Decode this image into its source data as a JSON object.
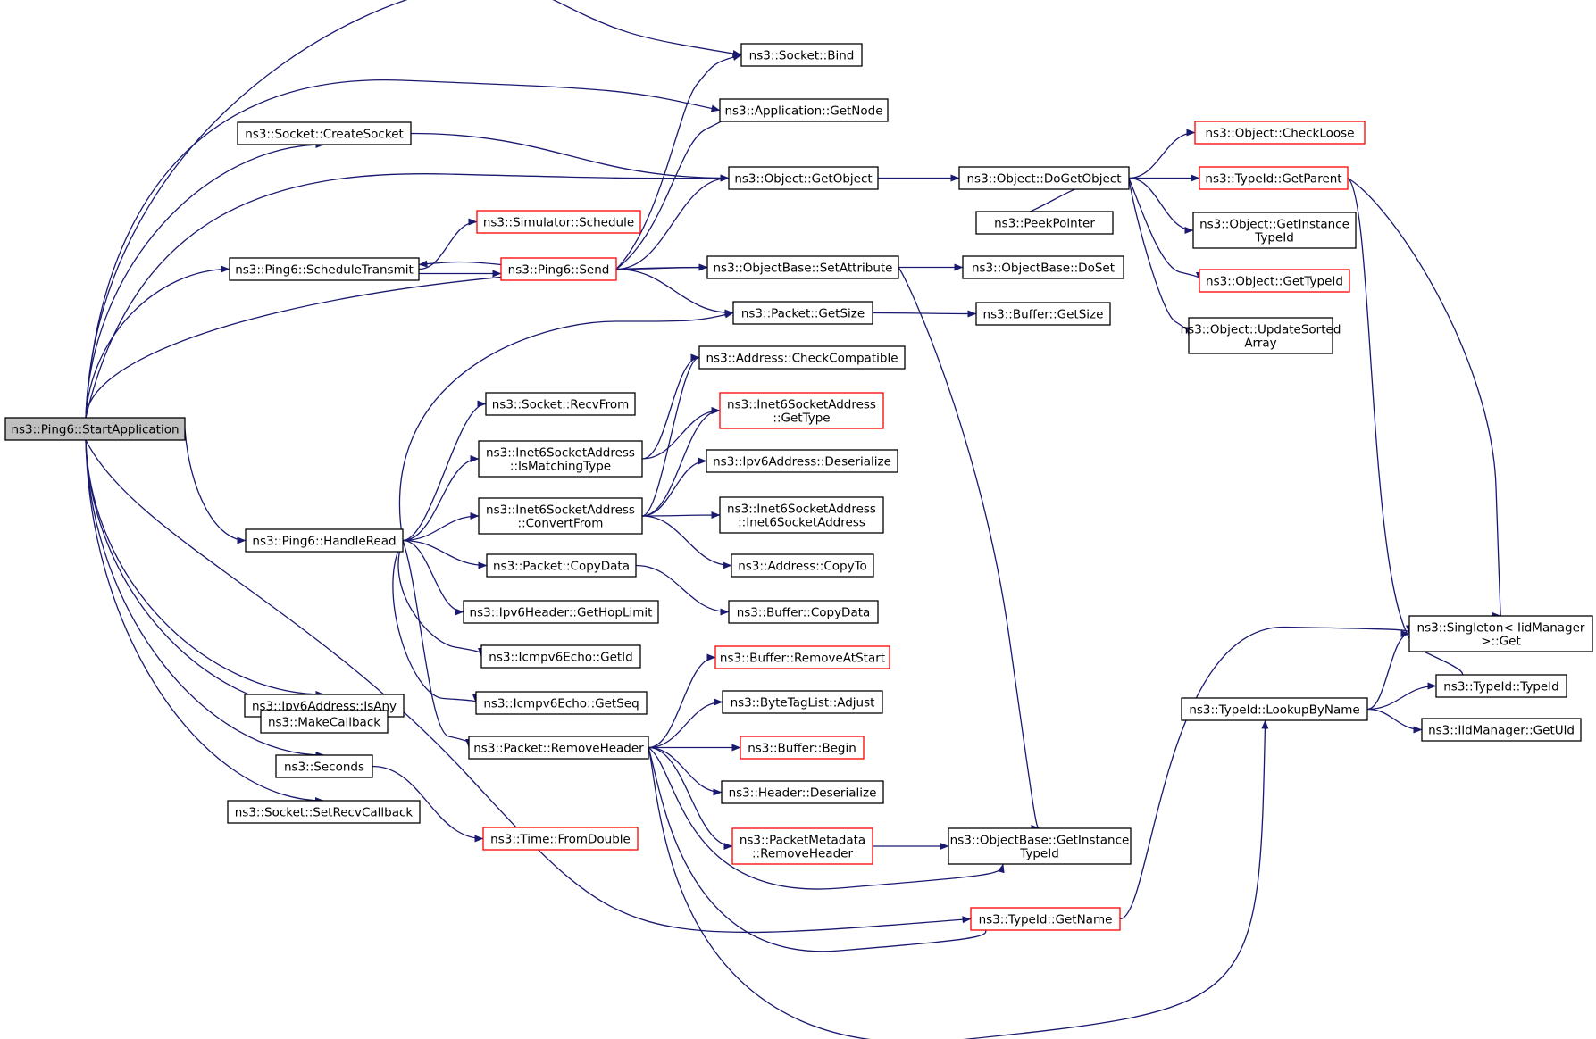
{
  "colors": {
    "edge": "#191970",
    "border_normal": "#000000",
    "border_truncated": "#ff0000",
    "root_fill": "#bfbfbf",
    "node_fill": "#ffffff"
  },
  "nodes": [
    {
      "id": "startapp",
      "lines": [
        "ns3::Ping6::StartApplication"
      ],
      "style": "root"
    },
    {
      "id": "bind",
      "lines": [
        "ns3::Socket::Bind"
      ],
      "style": "normal"
    },
    {
      "id": "getnode",
      "lines": [
        "ns3::Application::GetNode"
      ],
      "style": "normal"
    },
    {
      "id": "createsocket",
      "lines": [
        "ns3::Socket::CreateSocket"
      ],
      "style": "normal"
    },
    {
      "id": "getobject",
      "lines": [
        "ns3::Object::GetObject"
      ],
      "style": "normal"
    },
    {
      "id": "dogetobject",
      "lines": [
        "ns3::Object::DoGetObject"
      ],
      "style": "normal"
    },
    {
      "id": "checkloose",
      "lines": [
        "ns3::Object::CheckLoose"
      ],
      "style": "truncated"
    },
    {
      "id": "getparent",
      "lines": [
        "ns3::TypeId::GetParent"
      ],
      "style": "truncated"
    },
    {
      "id": "peekpointer",
      "lines": [
        "ns3::PeekPointer"
      ],
      "style": "normal"
    },
    {
      "id": "objgetinstance",
      "lines": [
        "ns3::Object::GetInstance",
        "TypeId"
      ],
      "style": "normal"
    },
    {
      "id": "objgettypeid",
      "lines": [
        "ns3::Object::GetTypeId"
      ],
      "style": "truncated"
    },
    {
      "id": "updatesorted",
      "lines": [
        "ns3::Object::UpdateSorted",
        "Array"
      ],
      "style": "normal"
    },
    {
      "id": "schedule",
      "lines": [
        "ns3::Simulator::Schedule"
      ],
      "style": "truncated"
    },
    {
      "id": "scheduletransmit",
      "lines": [
        "ns3::Ping6::ScheduleTransmit"
      ],
      "style": "normal"
    },
    {
      "id": "send",
      "lines": [
        "ns3::Ping6::Send"
      ],
      "style": "truncated"
    },
    {
      "id": "setattribute",
      "lines": [
        "ns3::ObjectBase::SetAttribute"
      ],
      "style": "normal"
    },
    {
      "id": "doset",
      "lines": [
        "ns3::ObjectBase::DoSet"
      ],
      "style": "normal"
    },
    {
      "id": "packetgetsize",
      "lines": [
        "ns3::Packet::GetSize"
      ],
      "style": "normal"
    },
    {
      "id": "buffergetsize",
      "lines": [
        "ns3::Buffer::GetSize"
      ],
      "style": "normal"
    },
    {
      "id": "checkcompatible",
      "lines": [
        "ns3::Address::CheckCompatible"
      ],
      "style": "normal"
    },
    {
      "id": "recvfrom",
      "lines": [
        "ns3::Socket::RecvFrom"
      ],
      "style": "normal"
    },
    {
      "id": "i6gettype",
      "lines": [
        "ns3::Inet6SocketAddress",
        "::GetType"
      ],
      "style": "truncated"
    },
    {
      "id": "ismatchingtype",
      "lines": [
        "ns3::Inet6SocketAddress",
        "::IsMatchingType"
      ],
      "style": "normal"
    },
    {
      "id": "ipv6deserialize",
      "lines": [
        "ns3::Ipv6Address::Deserialize"
      ],
      "style": "normal"
    },
    {
      "id": "convertfrom",
      "lines": [
        "ns3::Inet6SocketAddress",
        "::ConvertFrom"
      ],
      "style": "normal"
    },
    {
      "id": "i6ctor",
      "lines": [
        "ns3::Inet6SocketAddress",
        "::Inet6SocketAddress"
      ],
      "style": "normal"
    },
    {
      "id": "handleread",
      "lines": [
        "ns3::Ping6::HandleRead"
      ],
      "style": "normal"
    },
    {
      "id": "copyto",
      "lines": [
        "ns3::Address::CopyTo"
      ],
      "style": "normal"
    },
    {
      "id": "packetcopydata",
      "lines": [
        "ns3::Packet::CopyData"
      ],
      "style": "normal"
    },
    {
      "id": "buffercopydata",
      "lines": [
        "ns3::Buffer::CopyData"
      ],
      "style": "normal"
    },
    {
      "id": "gethoplimit",
      "lines": [
        "ns3::Ipv6Header::GetHopLimit"
      ],
      "style": "normal"
    },
    {
      "id": "getid",
      "lines": [
        "ns3::Icmpv6Echo::GetId"
      ],
      "style": "normal"
    },
    {
      "id": "getseq",
      "lines": [
        "ns3::Icmpv6Echo::GetSeq"
      ],
      "style": "normal"
    },
    {
      "id": "isany",
      "lines": [
        "ns3::Ipv6Address::IsAny"
      ],
      "style": "normal"
    },
    {
      "id": "makecallback",
      "lines": [
        "ns3::MakeCallback"
      ],
      "style": "normal"
    },
    {
      "id": "seconds",
      "lines": [
        "ns3::Seconds"
      ],
      "style": "normal"
    },
    {
      "id": "setrecvcallback",
      "lines": [
        "ns3::Socket::SetRecvCallback"
      ],
      "style": "normal"
    },
    {
      "id": "fromdouble",
      "lines": [
        "ns3::Time::FromDouble"
      ],
      "style": "truncated"
    },
    {
      "id": "removeatstart",
      "lines": [
        "ns3::Buffer::RemoveAtStart"
      ],
      "style": "truncated"
    },
    {
      "id": "adjust",
      "lines": [
        "ns3::ByteTagList::Adjust"
      ],
      "style": "normal"
    },
    {
      "id": "removeheader",
      "lines": [
        "ns3::Packet::RemoveHeader"
      ],
      "style": "normal"
    },
    {
      "id": "begin",
      "lines": [
        "ns3::Buffer::Begin"
      ],
      "style": "truncated"
    },
    {
      "id": "headerdeserialize",
      "lines": [
        "ns3::Header::Deserialize"
      ],
      "style": "normal"
    },
    {
      "id": "pmremoveheader",
      "lines": [
        "ns3::PacketMetadata",
        "::RemoveHeader"
      ],
      "style": "truncated"
    },
    {
      "id": "obgetinstance",
      "lines": [
        "ns3::ObjectBase::GetInstance",
        "TypeId"
      ],
      "style": "normal"
    },
    {
      "id": "getname",
      "lines": [
        "ns3::TypeId::GetName"
      ],
      "style": "truncated"
    },
    {
      "id": "singletonget",
      "lines": [
        "ns3::Singleton< IidManager",
        ">::Get"
      ],
      "style": "normal"
    },
    {
      "id": "typeidctor",
      "lines": [
        "ns3::TypeId::TypeId"
      ],
      "style": "normal"
    },
    {
      "id": "lookupbyname",
      "lines": [
        "ns3::TypeId::LookupByName"
      ],
      "style": "normal"
    },
    {
      "id": "getuid",
      "lines": [
        "ns3::IidManager::GetUid"
      ],
      "style": "normal"
    }
  ],
  "edges": [
    [
      "startapp",
      "bind"
    ],
    [
      "startapp",
      "getnode"
    ],
    [
      "startapp",
      "createsocket"
    ],
    [
      "startapp",
      "getobject"
    ],
    [
      "startapp",
      "scheduletransmit"
    ],
    [
      "startapp",
      "setattribute"
    ],
    [
      "startapp",
      "handleread"
    ],
    [
      "startapp",
      "isany"
    ],
    [
      "startapp",
      "makecallback"
    ],
    [
      "startapp",
      "seconds"
    ],
    [
      "startapp",
      "setrecvcallback"
    ],
    [
      "startapp",
      "getname"
    ],
    [
      "createsocket",
      "getobject"
    ],
    [
      "getobject",
      "dogetobject"
    ],
    [
      "dogetobject",
      "checkloose"
    ],
    [
      "dogetobject",
      "getparent"
    ],
    [
      "dogetobject",
      "peekpointer"
    ],
    [
      "dogetobject",
      "objgetinstance"
    ],
    [
      "dogetobject",
      "objgettypeid"
    ],
    [
      "dogetobject",
      "updatesorted"
    ],
    [
      "getparent",
      "singletonget"
    ],
    [
      "getparent",
      "typeidctor"
    ],
    [
      "scheduletransmit",
      "schedule"
    ],
    [
      "scheduletransmit",
      "send"
    ],
    [
      "send",
      "bind"
    ],
    [
      "send",
      "getnode"
    ],
    [
      "send",
      "getobject"
    ],
    [
      "send",
      "scheduletransmit"
    ],
    [
      "send",
      "setattribute"
    ],
    [
      "send",
      "packetgetsize"
    ],
    [
      "setattribute",
      "doset"
    ],
    [
      "setattribute",
      "obgetinstance"
    ],
    [
      "packetgetsize",
      "buffergetsize"
    ],
    [
      "handleread",
      "packetgetsize"
    ],
    [
      "handleread",
      "recvfrom"
    ],
    [
      "handleread",
      "ismatchingtype"
    ],
    [
      "handleread",
      "convertfrom"
    ],
    [
      "handleread",
      "packetcopydata"
    ],
    [
      "handleread",
      "gethoplimit"
    ],
    [
      "handleread",
      "getid"
    ],
    [
      "handleread",
      "getseq"
    ],
    [
      "handleread",
      "removeheader"
    ],
    [
      "ismatchingtype",
      "checkcompatible"
    ],
    [
      "ismatchingtype",
      "i6gettype"
    ],
    [
      "convertfrom",
      "checkcompatible"
    ],
    [
      "convertfrom",
      "i6gettype"
    ],
    [
      "convertfrom",
      "ipv6deserialize"
    ],
    [
      "convertfrom",
      "i6ctor"
    ],
    [
      "convertfrom",
      "copyto"
    ],
    [
      "packetcopydata",
      "buffercopydata"
    ],
    [
      "seconds",
      "fromdouble"
    ],
    [
      "removeheader",
      "removeatstart"
    ],
    [
      "removeheader",
      "adjust"
    ],
    [
      "removeheader",
      "begin"
    ],
    [
      "removeheader",
      "headerdeserialize"
    ],
    [
      "removeheader",
      "pmremoveheader"
    ],
    [
      "removeheader",
      "obgetinstance"
    ],
    [
      "removeheader",
      "getname"
    ],
    [
      "removeheader",
      "lookupbyname"
    ],
    [
      "pmremoveheader",
      "obgetinstance"
    ],
    [
      "getname",
      "singletonget"
    ],
    [
      "lookupbyname",
      "singletonget"
    ],
    [
      "lookupbyname",
      "typeidctor"
    ],
    [
      "lookupbyname",
      "getuid"
    ]
  ]
}
